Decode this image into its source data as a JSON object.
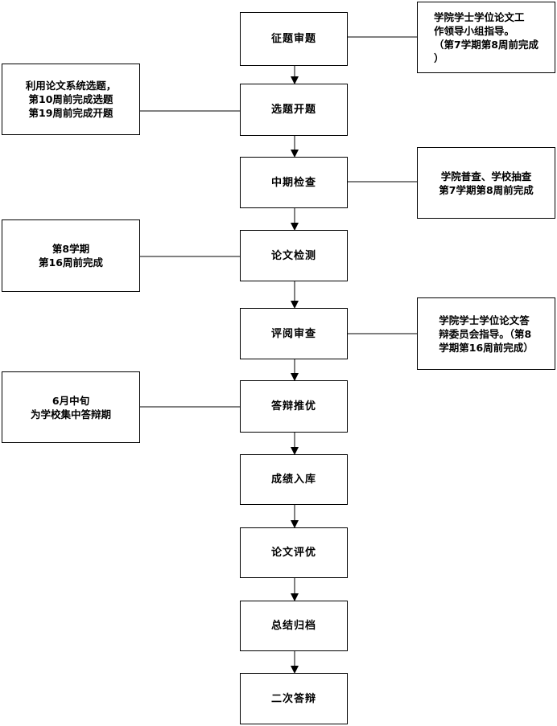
{
  "steps": [
    {
      "label": "征题审题"
    },
    {
      "label": "选题开题"
    },
    {
      "label": "中期检查"
    },
    {
      "label": "论文检测"
    },
    {
      "label": "评阅审查"
    },
    {
      "label": "答辩推优"
    },
    {
      "label": "成绩入库"
    },
    {
      "label": "论文评优"
    },
    {
      "label": "总结归档"
    },
    {
      "label": "二次答辩"
    }
  ],
  "notes": {
    "n1": "学院学士学位论文工\n作领导小组指导。\n（第7学期第8周前完成\n）",
    "n2": "利用论文系统选题，\n第10周前完成选题\n第19周前完成开题",
    "n3": "学院普查、学校抽查\n第7学期第8周前完成",
    "n4": "第8学期\n第16周前完成",
    "n5": "学院学士学位论文答\n辩委员会指导。（第8\n学期第16周前完成）",
    "n6": "6月中旬\n为学校集中答辩期"
  },
  "colors": {
    "line": "#000000",
    "box_fill": "#ffffff"
  }
}
